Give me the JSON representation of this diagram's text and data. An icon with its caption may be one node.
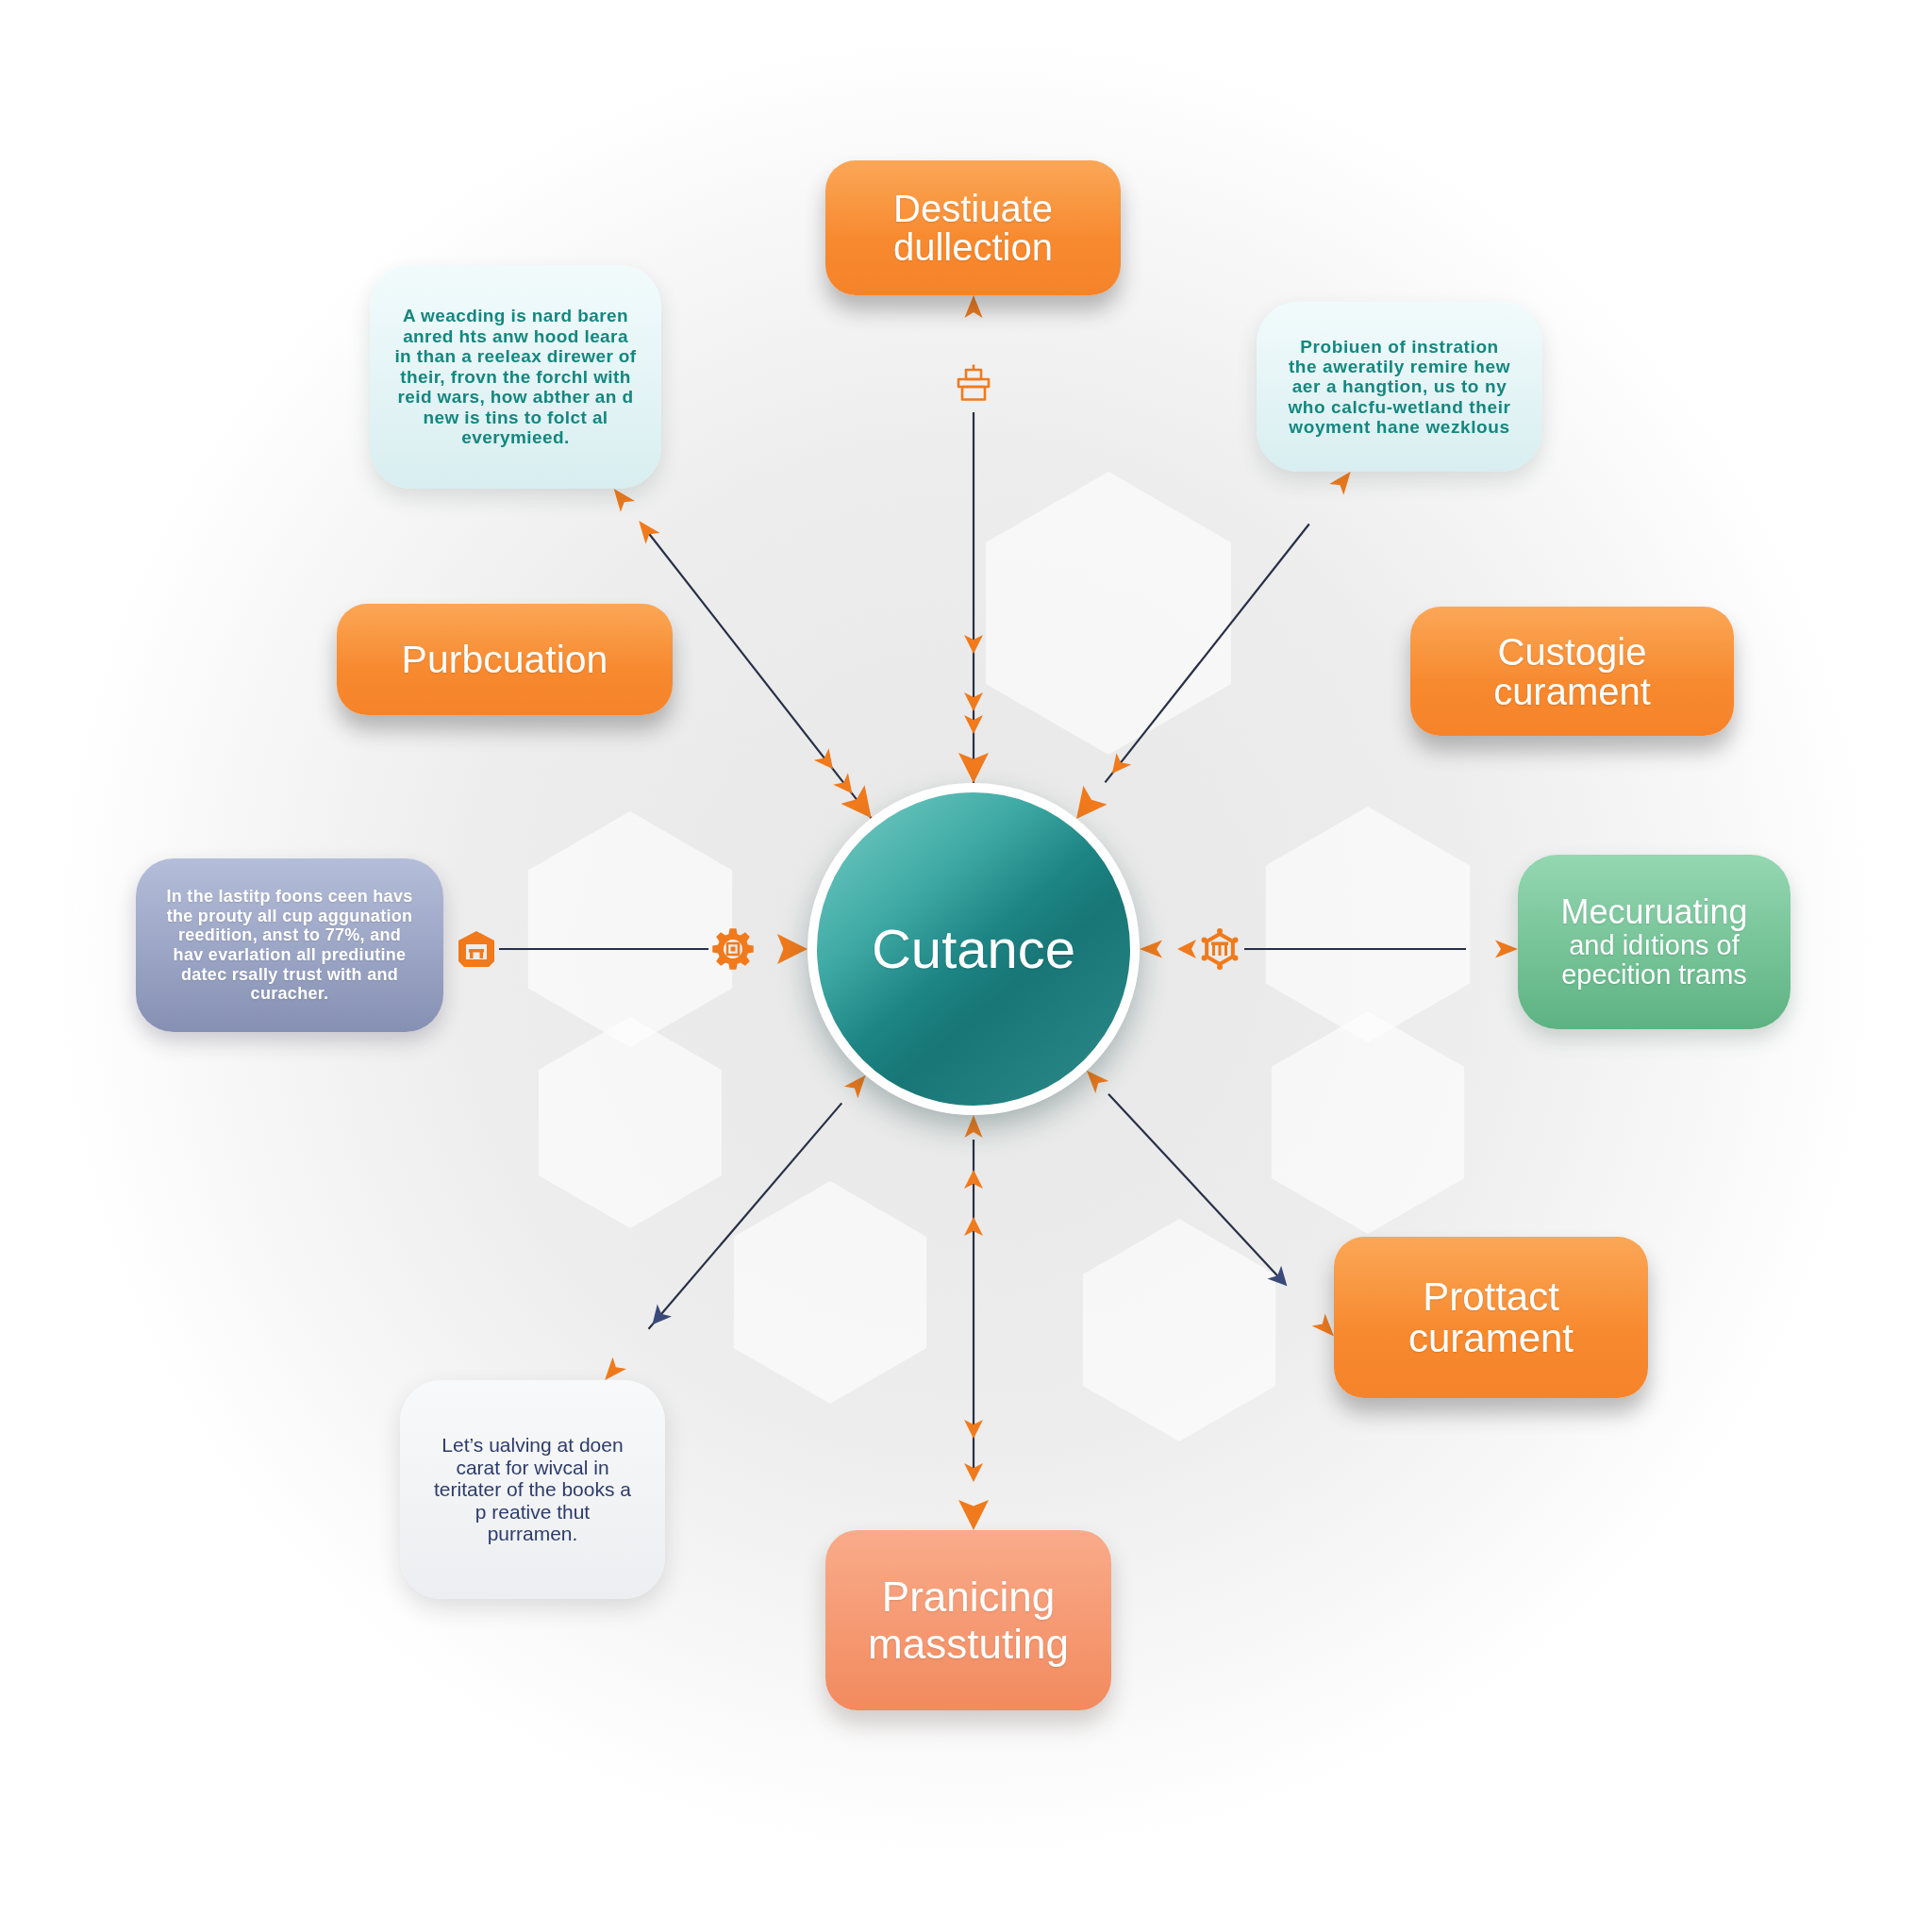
{
  "diagram": {
    "nodes": [
      {
        "text": [
          "Destiuate dullection"
        ]
      },
      {
        "text": [
          "A weacding is nard baren anred hts anw hood leara in than a reeleax direwer of their, frovn the forchl with reid wars, how abther an d new is tins to folct al everymieed."
        ]
      },
      {
        "text": [
          "Probiuen of instration the aweratily remire hew aer a hangtion, us to ny who calcfu-wetland their woyment hane wezklous"
        ]
      },
      {
        "text": [
          "Purbcuation"
        ]
      },
      {
        "text": [
          "Custogie curament"
        ]
      },
      {
        "text": [
          "Cutance"
        ]
      },
      {
        "text": [
          "In the lastitp foons ceen havs the prouty all cup aggunation reedition, anst to 77%, and hav evarlation all prediutine datec rsally trust with and curacher."
        ]
      },
      {
        "text": [
          "Mecuruating",
          "and idıtions of epecition trams"
        ]
      },
      {
        "text": [
          "Prottact curament"
        ]
      },
      {
        "text": [
          "Let’s ualving at doen carat for wivcal in teritater of the books a p reative thut purramen."
        ]
      },
      {
        "text": [
          "Pranicing masstuting"
        ]
      }
    ],
    "edges": [
      {
        "from": 5,
        "to": 0,
        "arrow": "both"
      },
      {
        "from": 5,
        "to": 1,
        "arrow": "both"
      },
      {
        "from": 5,
        "to": 2,
        "arrow": "both"
      },
      {
        "from": 6,
        "to": 5,
        "arrow": "to"
      },
      {
        "from": 5,
        "to": 7,
        "arrow": "both"
      },
      {
        "from": 5,
        "to": 9,
        "arrow": "both"
      },
      {
        "from": 5,
        "to": 10,
        "arrow": "both"
      },
      {
        "from": 5,
        "to": 8,
        "arrow": "both"
      }
    ]
  }
}
